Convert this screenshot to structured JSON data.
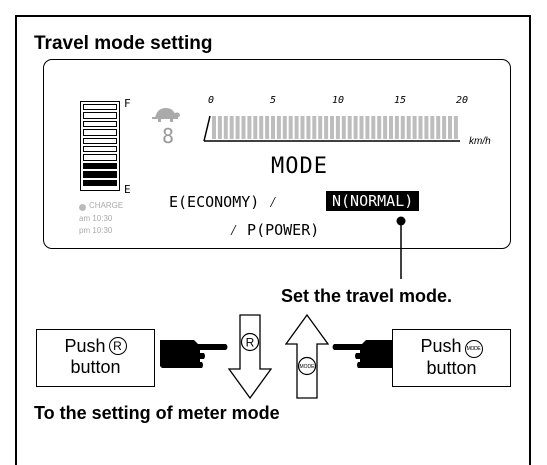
{
  "title": "Travel mode setting",
  "lcd": {
    "fuel_full": "F",
    "fuel_empty": "E",
    "fuel_level": 0.25,
    "mode_digit": "8",
    "speed_ticks": [
      "0",
      "5",
      "10",
      "15",
      "20"
    ],
    "speed_unit": "km/h",
    "mode_heading": "MODE",
    "economy": "E(ECONOMY) ⁄",
    "normal": "N(NORMAL)",
    "power": "⁄ P(POWER)",
    "charge_label": "CHARGE",
    "time_am": "am 10:30",
    "time_pm": "pm 10:30"
  },
  "callout": "Set the travel mode.",
  "push_r": {
    "line1": "Push",
    "symbol": "R",
    "line2": "button"
  },
  "push_mode": {
    "line1": "Push",
    "symbol": "MODE",
    "line2": "button"
  },
  "arrow_down_symbol": "R",
  "arrow_up_symbol": "MODE",
  "next_step": "To the setting of meter mode"
}
